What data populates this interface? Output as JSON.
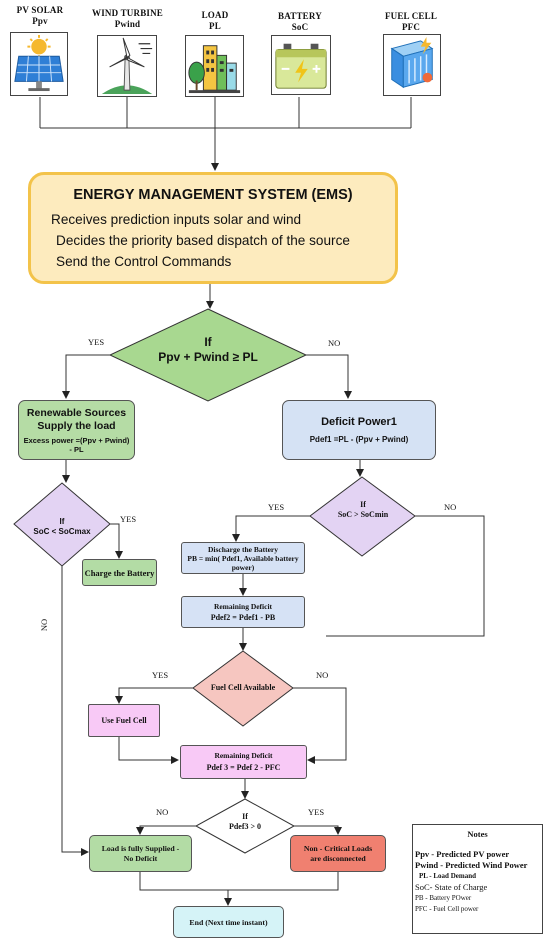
{
  "sources": [
    {
      "name": "PV SOLAR",
      "symbol": "Ppv",
      "icon": "solar-panel-icon"
    },
    {
      "name": "WIND TURBINE",
      "symbol": "Pwind",
      "icon": "wind-turbine-icon"
    },
    {
      "name": "LOAD",
      "symbol": "PL",
      "icon": "city-buildings-icon"
    },
    {
      "name": "BATTERY",
      "symbol": "SoC",
      "icon": "battery-icon"
    },
    {
      "name": "FUEL CELL",
      "symbol": "PFC",
      "icon": "fuel-cell-icon"
    }
  ],
  "ems": {
    "title": "ENERGY MANAGEMENT SYSTEM (EMS)",
    "lines": [
      "Receives prediction inputs solar and wind",
      "Decides the priority based dispatch of the source",
      "Send the Control Commands"
    ]
  },
  "decision1": {
    "line1": "If",
    "line2": "Ppv + Pwind  ≥  PL",
    "yes": "YES",
    "no": "NO"
  },
  "renewable": {
    "title": "Renewable Sources Supply the load",
    "formula": "Excess power =(Ppv + Pwind) - PL"
  },
  "deficit": {
    "title": "Deficit Power1",
    "formula": "Pdef1 =PL - (Ppv + Pwind)"
  },
  "decision_soc_max": {
    "line1": "If",
    "line2": "SoC < SoCmax",
    "yes": "YES",
    "no": "NO"
  },
  "charge": {
    "text": "Charge the Battery"
  },
  "decision_soc_min": {
    "line1": "If",
    "line2": "SoC  >  SoCmin",
    "yes": "YES",
    "no": "NO"
  },
  "discharge": {
    "line1": "Discharge the Battery",
    "line2": "PB = min( Pdef1, Available battery power)"
  },
  "remaining1": {
    "title": "Remaining Deficit",
    "formula": "Pdef2     =     Pdef1 - PB"
  },
  "decision_fc": {
    "text": "Fuel Cell Available",
    "yes": "YES",
    "no": "NO"
  },
  "use_fc": {
    "text": "Use Fuel Cell"
  },
  "remaining2": {
    "title": "Remaining Deficit",
    "formula": "Pdef 3    =    Pdef 2 - PFC"
  },
  "decision3": {
    "line1": "If",
    "line2": "Pdef3  >  0",
    "yes": "YES",
    "no": "NO"
  },
  "supplied": {
    "text": "Load is fully Supplied - No Deficit"
  },
  "noncritical": {
    "text": "Non - Critical Loads are disconnected"
  },
  "end": {
    "text": "End (Next time instant)"
  },
  "notes": {
    "title": "Notes",
    "items": [
      "Ppv - Predicted PV power",
      "Pwind - Predicted Wind Power",
      "PL - Load Demand",
      "SoC- State of Charge",
      "PB - Battery POwer",
      "PFC - Fuel Cell power"
    ]
  },
  "colors": {
    "ems_fill": "#fdebbe",
    "ems_border": "#f3c34a",
    "decision_green": "#a8d890",
    "renewable_green": "#b5dca5",
    "deficit_blue": "#d5e2f4",
    "purple": "#e3d3f3",
    "discharge_blue": "#d6e2f5",
    "fuel_cell_pink": "#f6c6c0",
    "use_fc_magenta": "#f8c9f6",
    "supplied_green": "#b3dca5",
    "noncritical_red": "#f08070",
    "end_cyan": "#d5f3f7"
  }
}
